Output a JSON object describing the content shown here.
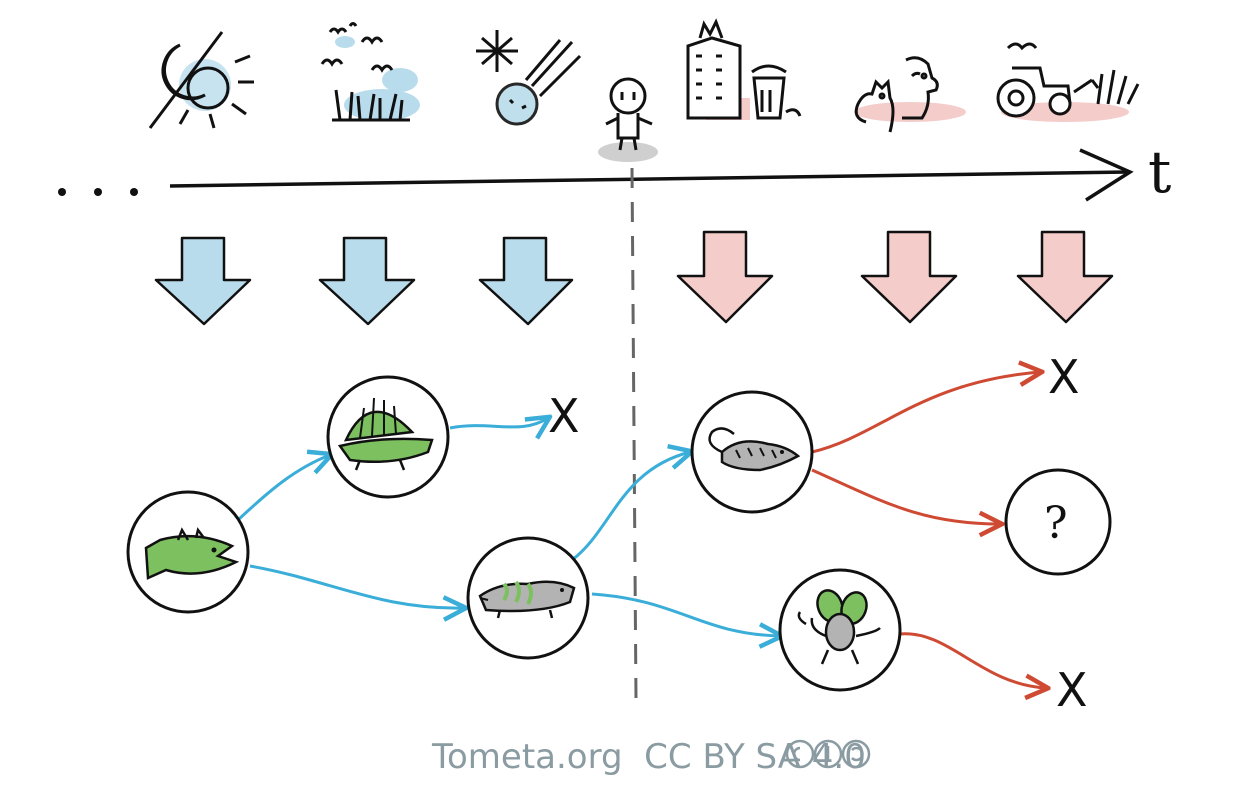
{
  "axis": {
    "label": "t",
    "ellipsis": ". . ."
  },
  "colors": {
    "past": "#b9dcec",
    "future": "#f4ccca",
    "past_link": "#3aaed8",
    "future_link": "#cf4a33",
    "organism_green": "#7dc060",
    "organism_gray": "#b3b3b3",
    "ink": "#111111",
    "credit": "#8a9ba2"
  },
  "epochs": {
    "past": [
      "weather-sun-moon-icon",
      "insects-grass-icon",
      "ice-age-meteor-icon"
    ],
    "present": "human-figure-icon",
    "future": [
      "city-trash-icon",
      "pets-icon",
      "farming-tractor-icon"
    ]
  },
  "organisms": [
    {
      "name": "fish-organism",
      "kind": "fish"
    },
    {
      "name": "dimetrodon-organism",
      "kind": "dimetrodon"
    },
    {
      "name": "early-mammal-organism",
      "kind": "mammal"
    },
    {
      "name": "rat-organism",
      "kind": "rat"
    },
    {
      "name": "fly-organism",
      "kind": "fly"
    },
    {
      "name": "unknown-organism",
      "kind": "unknown"
    }
  ],
  "outcomes": {
    "extinct": "X",
    "unknown": "?"
  },
  "footer": {
    "credit": "Tometa.org  CC BY SA 4.0"
  }
}
